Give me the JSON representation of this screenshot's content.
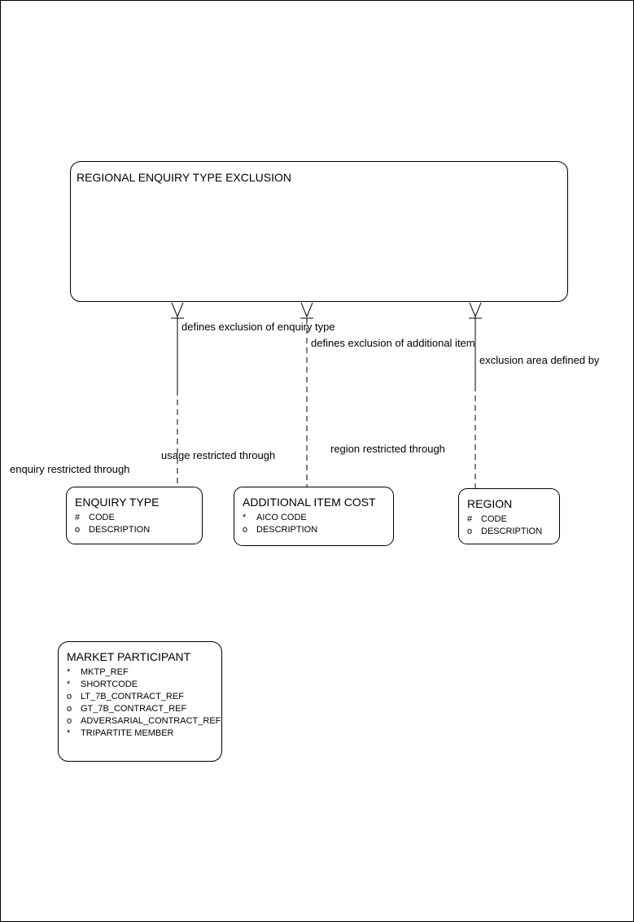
{
  "colors": {
    "line": "#000000",
    "background": "#ffffff",
    "text": "#000000"
  },
  "entities": {
    "regional_enquiry_type_exclusion": {
      "title": "REGIONAL ENQUIRY TYPE EXCLUSION",
      "attributes": []
    },
    "enquiry_type": {
      "title": "ENQUIRY TYPE",
      "attributes": [
        {
          "prefix": "#",
          "name": "CODE"
        },
        {
          "prefix": "o",
          "name": "DESCRIPTION"
        }
      ]
    },
    "additional_item_cost": {
      "title": "ADDITIONAL ITEM COST",
      "attributes": [
        {
          "prefix": "*",
          "name": "AICO CODE"
        },
        {
          "prefix": "o",
          "name": "DESCRIPTION"
        }
      ]
    },
    "region": {
      "title": "REGION",
      "attributes": [
        {
          "prefix": "#",
          "name": "CODE"
        },
        {
          "prefix": "o",
          "name": "DESCRIPTION"
        }
      ]
    },
    "market_participant": {
      "title": "MARKET PARTICIPANT",
      "attributes": [
        {
          "prefix": "*",
          "name": "MKTP_REF"
        },
        {
          "prefix": "*",
          "name": "SHORTCODE"
        },
        {
          "prefix": "o",
          "name": "LT_7B_CONTRACT_REF"
        },
        {
          "prefix": "o",
          "name": "GT_7B_CONTRACT_REF"
        },
        {
          "prefix": "o",
          "name": "ADVERSARIAL_CONTRACT_REF"
        },
        {
          "prefix": "*",
          "name": "TRIPARTITE MEMBER"
        }
      ]
    }
  },
  "relationships": {
    "exclusion_enquiry_type": {
      "parent_label": "defines exclusion of enquiry type",
      "child_label": "enquiry restricted through"
    },
    "exclusion_additional_item": {
      "parent_label": "defines exclusion of additional item",
      "child_label": "usage restricted through"
    },
    "exclusion_region": {
      "parent_label": "exclusion area defined by",
      "child_label": "region restricted through"
    }
  }
}
